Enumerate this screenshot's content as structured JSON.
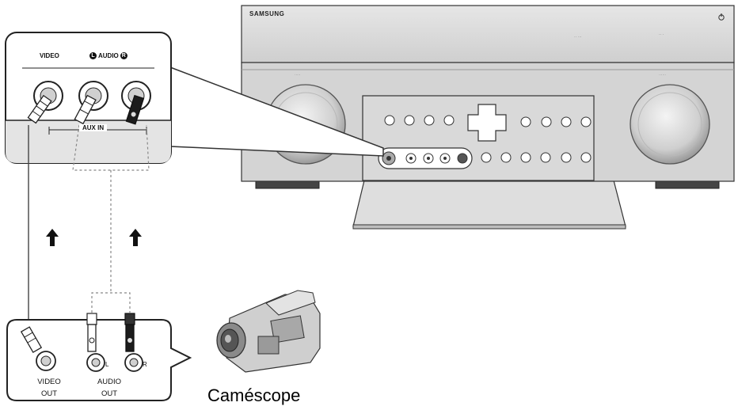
{
  "receiver": {
    "brand": "SAMSUNG"
  },
  "aux_panel": {
    "video_label": "VIDEO",
    "audio_label": "AUDIO",
    "left_marker": "L",
    "right_marker": "R",
    "aux_in_label": "AUX IN"
  },
  "camcorder": {
    "name": "Caméscope",
    "video_out_label": "VIDEO OUT",
    "audio_out_label": "AUDIO OUT",
    "left_label": "L",
    "right_label": "R"
  },
  "colors": {
    "line": "#222222",
    "panel": "#d9d9d9",
    "dashed": "#888888"
  }
}
